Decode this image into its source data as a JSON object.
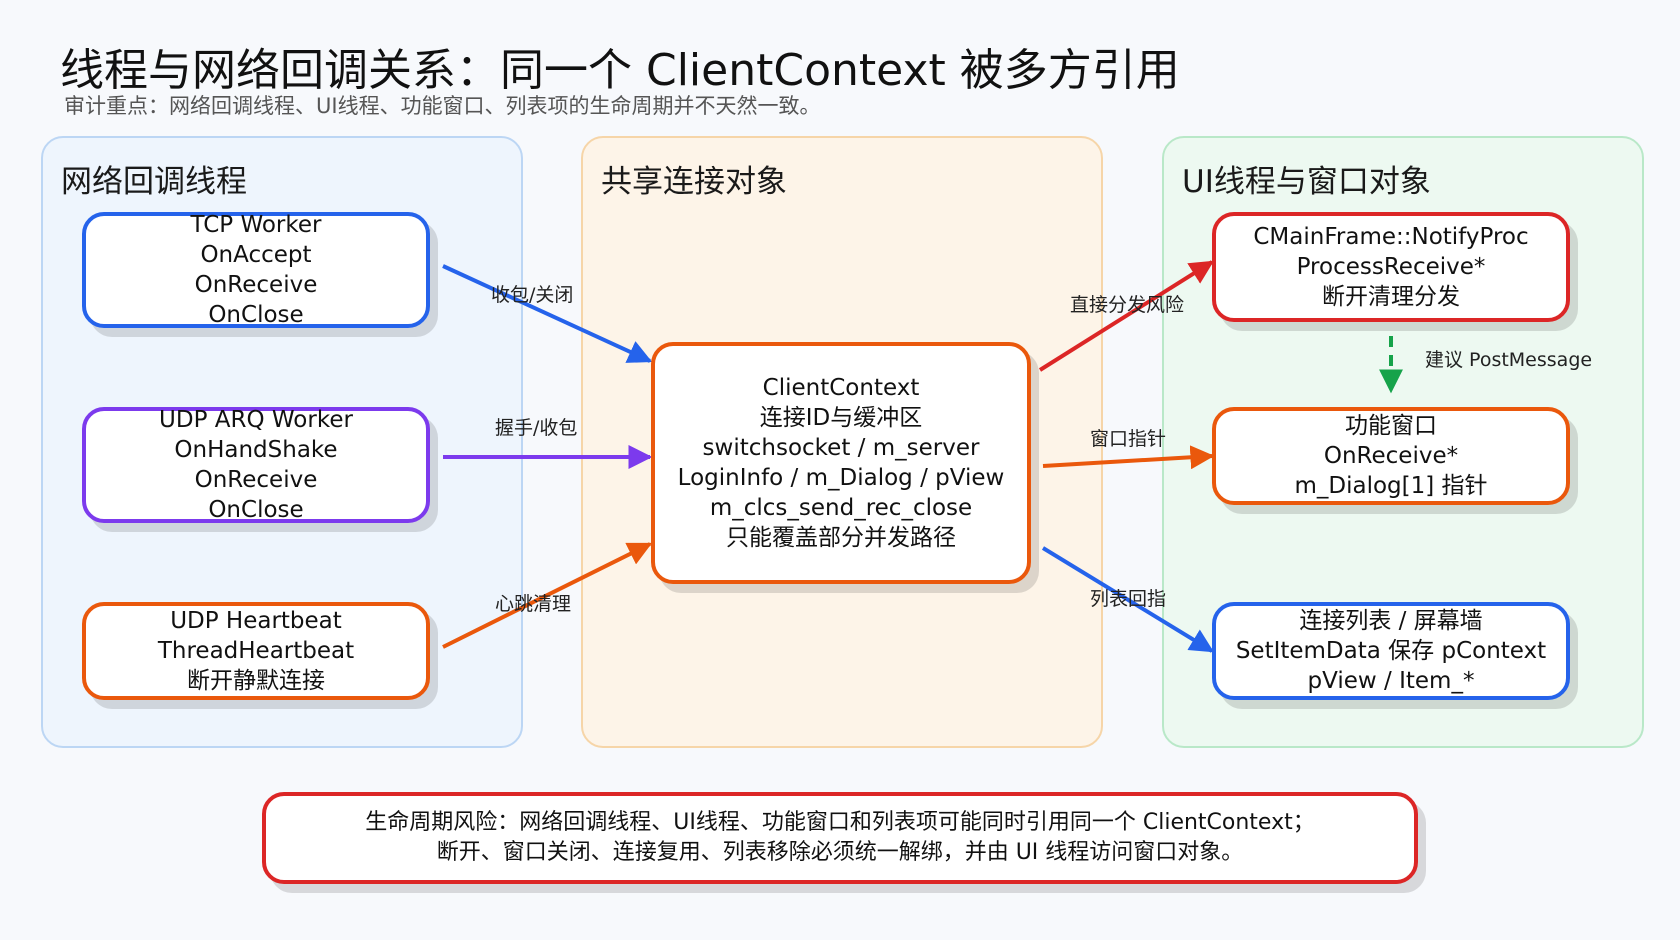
{
  "title": "线程与网络回调关系：同一个 ClientContext 被多方引用",
  "subtitle": "审计重点：网络回调线程、UI线程、功能窗口、列表项的生命周期并不天然一致。",
  "panels": {
    "left": "网络回调线程",
    "mid": "共享连接对象",
    "right": "UI线程与窗口对象"
  },
  "nodes": {
    "tcp": [
      "TCP Worker",
      "OnAccept",
      "OnReceive",
      "OnClose"
    ],
    "udp_arq": [
      "UDP ARQ Worker",
      "OnHandShake",
      "OnReceive",
      "OnClose"
    ],
    "udp_hb": [
      "UDP Heartbeat",
      "ThreadHeartbeat",
      "断开静默连接"
    ],
    "context": [
      "ClientContext",
      "连接ID与缓冲区",
      "switchsocket / m_server",
      "LoginInfo / m_Dialog / pView",
      "m_clcs_send_rec_close",
      "只能覆盖部分并发路径"
    ],
    "mainframe": [
      "CMainFrame::NotifyProc",
      "ProcessReceive*",
      "断开清理分发"
    ],
    "feature": [
      "功能窗口",
      "OnReceive*",
      "m_Dialog[1] 指针"
    ],
    "list": [
      "连接列表 / 屏幕墙",
      "SetItemData 保存 pContext",
      "pView / Item_*"
    ]
  },
  "edges": {
    "tcp_ctx": "收包/关闭",
    "arq_ctx": "握手/收包",
    "hb_ctx": "心跳清理",
    "ctx_main": "直接分发风险",
    "ctx_feature": "窗口指针",
    "ctx_list": "列表回指",
    "main_feature": "建议 PostMessage"
  },
  "bottom": [
    "生命周期风险：网络回调线程、UI线程、功能窗口和列表项可能同时引用同一个 ClientContext；",
    "断开、窗口关闭、连接复用、列表移除必须统一解绑，并由 UI 线程访问窗口对象。"
  ],
  "colors": {
    "blue": "#2563eb",
    "purple": "#7c3aed",
    "orange": "#ea580c",
    "red": "#dc2626",
    "green": "#16a34a"
  }
}
